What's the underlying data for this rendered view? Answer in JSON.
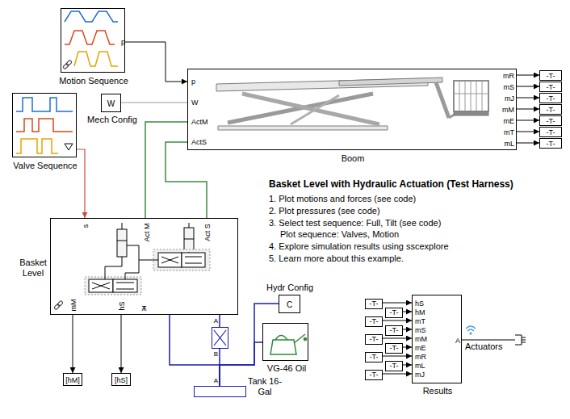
{
  "diagram": {
    "title": "Basket Level with Hydraulic Actuation (Test Harness)",
    "nodes": [
      {
        "text": [
          "p",
          "Motion Sequence"
        ]
      },
      {
        "text": [
          "p",
          "W",
          "ActM",
          "ActS",
          "mR",
          "mS",
          "mJ",
          "mM",
          "mE",
          "mT",
          "mL",
          "Boom"
        ]
      },
      {
        "text": [
          "W",
          "Mech Config"
        ]
      },
      {
        "text": [
          "Valve Sequence"
        ]
      },
      {
        "text": [
          "s",
          "Act M",
          "Act S",
          "mM",
          "hS",
          "A",
          "T",
          "Basket Level"
        ]
      },
      {
        "text": [
          "C",
          "Hydr Config"
        ]
      },
      {
        "text": [
          "A",
          "B"
        ]
      },
      {
        "text": [
          "VG-46 Oil"
        ]
      },
      {
        "text": [
          "A",
          "Tank 16-Gal"
        ]
      },
      {
        "text": [
          "hS",
          "hM",
          "mT",
          "mS",
          "mM",
          "mE",
          "mR",
          "mL",
          "mJ",
          "A",
          "Results"
        ]
      },
      {
        "text": [
          "-T-"
        ]
      },
      {
        "text": [
          "-T-"
        ]
      },
      {
        "text": [
          "-T-"
        ]
      },
      {
        "text": [
          "-T-"
        ]
      },
      {
        "text": [
          "-T-"
        ]
      },
      {
        "text": [
          "-T-"
        ]
      },
      {
        "text": [
          "-T-"
        ]
      },
      {
        "text": [
          "-T-"
        ]
      },
      {
        "text": [
          "-T-"
        ]
      },
      {
        "text": [
          "-T-"
        ]
      },
      {
        "text": [
          "-T-"
        ]
      },
      {
        "text": [
          "-T-"
        ]
      },
      {
        "text": [
          "-T-"
        ]
      },
      {
        "text": [
          "-T-"
        ]
      },
      {
        "text": [
          "-T-"
        ]
      },
      {
        "text": [
          "-T-"
        ]
      },
      {
        "text": [
          "[hM]"
        ]
      },
      {
        "text": [
          "[hS]"
        ]
      }
    ],
    "edges": [
      {
        "from": 0,
        "to": 1,
        "arrow": "to"
      },
      {
        "from": 2,
        "to": 1,
        "arrow": "none"
      },
      {
        "from": 1,
        "to": 4,
        "arrow": "none"
      },
      {
        "from": 1,
        "to": 4,
        "arrow": "none"
      },
      {
        "from": 3,
        "to": 4,
        "arrow": "to"
      },
      {
        "from": 4,
        "to": 26,
        "arrow": "to"
      },
      {
        "from": 4,
        "to": 27,
        "arrow": "to"
      },
      {
        "from": 4,
        "to": 6,
        "arrow": "none"
      },
      {
        "from": 6,
        "to": 8,
        "arrow": "none"
      },
      {
        "from": 4,
        "to": 8,
        "arrow": "none"
      },
      {
        "from": 5,
        "to": 8,
        "arrow": "none"
      },
      {
        "from": 7,
        "to": 8,
        "arrow": "none"
      },
      {
        "from": 1,
        "to": 10,
        "arrow": "to"
      },
      {
        "from": 1,
        "to": 11,
        "arrow": "to"
      },
      {
        "from": 1,
        "to": 12,
        "arrow": "to"
      },
      {
        "from": 1,
        "to": 13,
        "arrow": "to"
      },
      {
        "from": 1,
        "to": 14,
        "arrow": "to"
      },
      {
        "from": 1,
        "to": 15,
        "arrow": "to"
      },
      {
        "from": 1,
        "to": 16,
        "arrow": "to"
      },
      {
        "from": 17,
        "to": 9,
        "arrow": "to"
      },
      {
        "from": 18,
        "to": 9,
        "arrow": "to"
      },
      {
        "from": 19,
        "to": 9,
        "arrow": "to"
      },
      {
        "from": 20,
        "to": 9,
        "arrow": "to"
      },
      {
        "from": 21,
        "to": 9,
        "arrow": "to"
      },
      {
        "from": 22,
        "to": 9,
        "arrow": "to"
      },
      {
        "from": 23,
        "to": 9,
        "arrow": "to"
      },
      {
        "from": 24,
        "to": 9,
        "arrow": "to"
      },
      {
        "from": 25,
        "to": 9,
        "arrow": "to"
      }
    ],
    "labels": [
      "1. Plot motions and forces (see code)",
      "2. Plot pressures (see code)",
      "3. Select test sequence: Full, Tilt (see code)",
      "Plot sequence: Valves, Motion",
      "4. Explore simulation results using sscexplore",
      "5. Learn more about this example.",
      "Actuators"
    ]
  }
}
